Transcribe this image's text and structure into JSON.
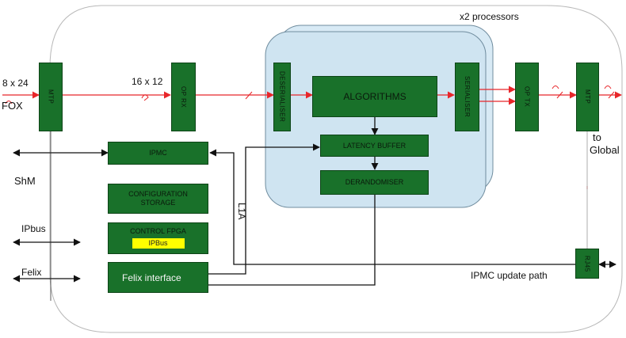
{
  "labels": {
    "x2_processors": "x2 processors",
    "fox_count": "8 x 24",
    "fox": "FOX",
    "fibers_16x12": "16 x 12",
    "to": "to",
    "global": "Global",
    "shm": "ShM",
    "ipbus": "IPbus",
    "felix": "Felix",
    "l1a": "L1A",
    "ipmc_update_path": "IPMC update path"
  },
  "blocks": {
    "mtp_in": "MTP",
    "op_rx": "OP RX",
    "deserialiser": "DESERIALISER",
    "algorithms": "ALGORITHMS",
    "serialiser": "SERIALISER",
    "op_tx": "OP TX",
    "mtp_out": "MTP",
    "ipmc": "IPMC",
    "latency_buffer": "LATENCY BUFFER",
    "derandomiser": "DERANDOMISER",
    "configuration_storage": "CONFIGURATION STORAGE",
    "control_fpga": "CONTROL FPGA",
    "ipbus_chip": "IPBus",
    "felix_interface": "Felix interface",
    "rj45": "RJ45"
  },
  "colors": {
    "block_green": "#19712a",
    "processor_fill": "#cfe4f1",
    "signal_red": "#e8262a",
    "ipbus_yellow": "#ffff00"
  }
}
